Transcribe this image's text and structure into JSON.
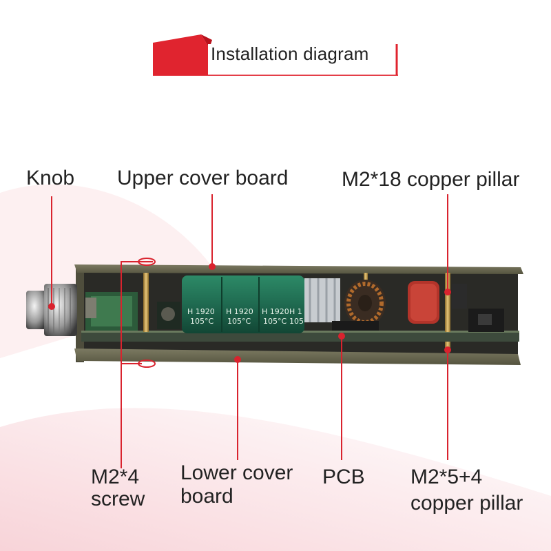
{
  "title": "Installation diagram",
  "labels": {
    "knob": "Knob",
    "upper_cover": "Upper cover board",
    "m2_18": "M2*18 copper pillar",
    "m2_4_line1": "M2*4",
    "m2_4_line2": "screw",
    "lower_cover_line1": "Lower cover",
    "lower_cover_line2": "board",
    "pcb": "PCB",
    "m2_5_4_line1": "M2*5+4",
    "m2_5_4_line2": "copper pillar"
  },
  "capacitor_marks": [
    "H 1920",
    "105°C"
  ],
  "colors": {
    "accent": "#e0242f",
    "leader": "#d9232e",
    "board": "#6b6a55",
    "pcb": "#3d4a3c",
    "capacitor": "#1f6a50"
  }
}
